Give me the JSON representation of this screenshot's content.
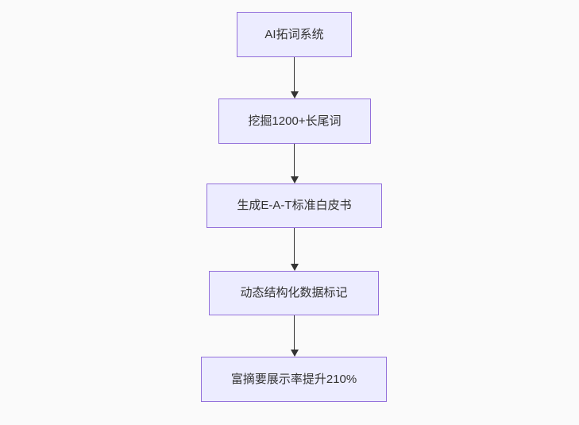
{
  "page": {
    "background_color": "#fafafa"
  },
  "diagram": {
    "type": "flowchart",
    "direction": "top-down",
    "node_fill_color": "#ECECFF",
    "node_border_color": "#9370DB",
    "node_text_color": "#333333",
    "arrow_color": "#333333",
    "nodes": [
      {
        "label": "AI拓词系统"
      },
      {
        "label": "挖掘1200+长尾词"
      },
      {
        "label": "生成E-A-T标准白皮书"
      },
      {
        "label": "动态结构化数据标记"
      },
      {
        "label": "富摘要展示率提升210%"
      }
    ],
    "edges": [
      {
        "from": "AI拓词系统",
        "to": "挖掘1200+长尾词"
      },
      {
        "from": "挖掘1200+长尾词",
        "to": "生成E-A-T标准白皮书"
      },
      {
        "from": "生成E-A-T标准白皮书",
        "to": "动态结构化数据标记"
      },
      {
        "from": "动态结构化数据标记",
        "to": "富摘要展示率提升210%"
      }
    ]
  }
}
